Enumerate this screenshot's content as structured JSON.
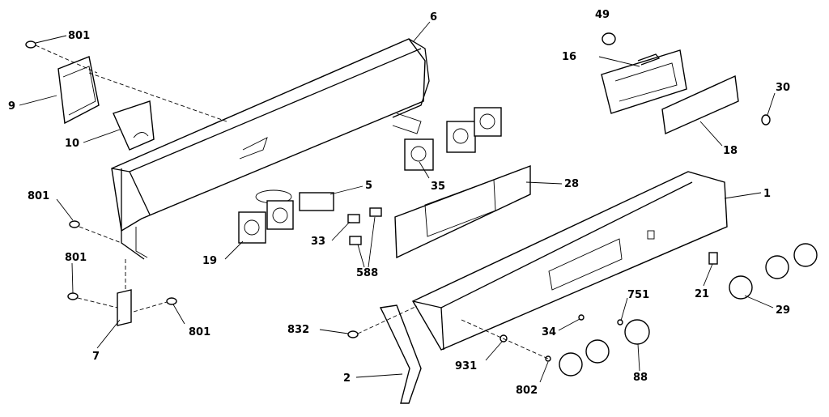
{
  "diagram": {
    "callouts": {
      "c801_a": "801",
      "c9": "9",
      "c10": "10",
      "c6": "6",
      "c49": "49",
      "c16": "16",
      "c30": "30",
      "c18": "18",
      "c801_b": "801",
      "c5": "5",
      "c35": "35",
      "c28": "28",
      "c1": "1",
      "c33": "33",
      "c588": "588",
      "c19": "19",
      "c801_c": "801",
      "c801_d": "801",
      "c7": "7",
      "c832": "832",
      "c2": "2",
      "c931": "931",
      "c802": "802",
      "c34": "34",
      "c751": "751",
      "c88": "88",
      "c21": "21",
      "c29": "29"
    }
  }
}
